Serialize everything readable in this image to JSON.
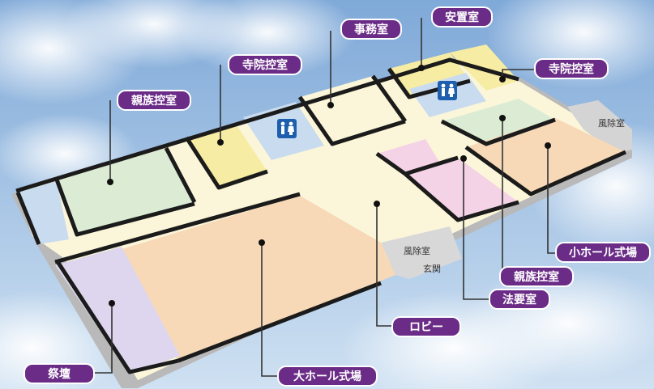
{
  "colors": {
    "label_bg": "#6a2c86",
    "label_border": "#ffffff",
    "sky_top": "#7fa9d8",
    "sky_bottom": "#c9ddf0",
    "lobby": "#fbf6d9",
    "main_hall": "#f7d9b8",
    "altar": "#ddd6ee",
    "family_room": "#dcecd4",
    "temple_room": "#f7eca3",
    "dharma_room": "#f4d3e6",
    "small_hall": "#f7d9b8",
    "service": "#c9dcef",
    "wall": "#1b1b1b",
    "entrance_apron": "#d2d2d2"
  },
  "labels": {
    "jimushitsu": "事務室",
    "anchishitsu": "安置室",
    "jiin_hikae_top": "寺院控室",
    "jiin_hikae_right": "寺院控室",
    "shinzoku_hikae_left": "親族控室",
    "shinzoku_hikae_right": "親族控室",
    "kofuun_right": "風除室",
    "kofuun_center": "風除室",
    "genkan": "玄関",
    "small_hall": "小ホール式場",
    "hoyoshitsu": "法要室",
    "lobby": "ロビー",
    "saidan": "祭壇",
    "large_hall": "大ホール式場"
  },
  "icons": {
    "restroom_icon_1": "restroom-icon",
    "restroom_icon_2": "restroom-icon"
  }
}
